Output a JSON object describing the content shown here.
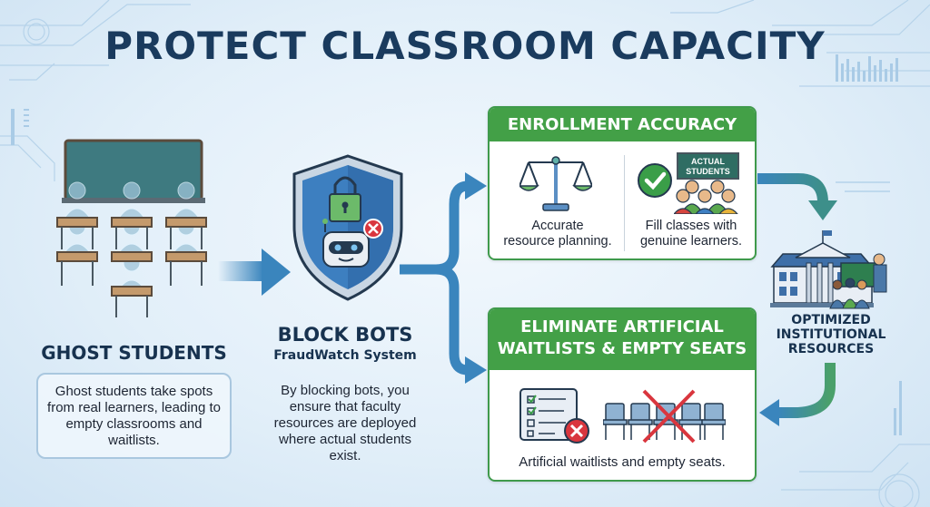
{
  "title": "PROTECT CLASSROOM CAPACITY",
  "colors": {
    "title": "#1a3b5e",
    "arrow_blue": "#3a85bd",
    "arrow_teal": "#3d8f8a",
    "card_green": "#43a047",
    "shield_blue": "#3d7fc0",
    "lock_green": "#6cba6a",
    "error_red": "#d9363e",
    "background": "#e2eff9"
  },
  "ghost_students": {
    "heading": "GHOST STUDENTS",
    "description": "Ghost students take spots from real learners, leading to empty classrooms and waitlists.",
    "icon": "ghost-classroom-illustration"
  },
  "block_bots": {
    "heading": "BLOCK BOTS",
    "subheading": "FraudWatch System",
    "description": "By blocking bots, you ensure that faculty resources are deployed where actual students exist.",
    "icon": "shield-lock-robot-icon"
  },
  "enrollment_accuracy": {
    "heading": "ENROLLMENT ACCURACY",
    "items": [
      {
        "icon": "scales-icon",
        "caption_line1": "Accurate",
        "caption_line2": "resource planning."
      },
      {
        "icon": "checkmark-students-icon",
        "caption_line1": "Fill classes with",
        "caption_line2": "genuine learners.",
        "board_line1": "ACTUAL",
        "board_line2": "STUDENTS"
      }
    ]
  },
  "eliminate_waitlists": {
    "heading_line1": "ELIMINATE ARTIFICIAL",
    "heading_line2": "WAITLISTS & EMPTY SEATS",
    "caption": "Artificial waitlists and empty seats.",
    "icons": [
      "checklist-x-icon",
      "crossed-out-chairs-icon"
    ]
  },
  "outcome": {
    "line1": "OPTIMIZED",
    "line2": "INSTITUTIONAL",
    "line3": "RESOURCES",
    "icon": "institution-teacher-icon"
  }
}
